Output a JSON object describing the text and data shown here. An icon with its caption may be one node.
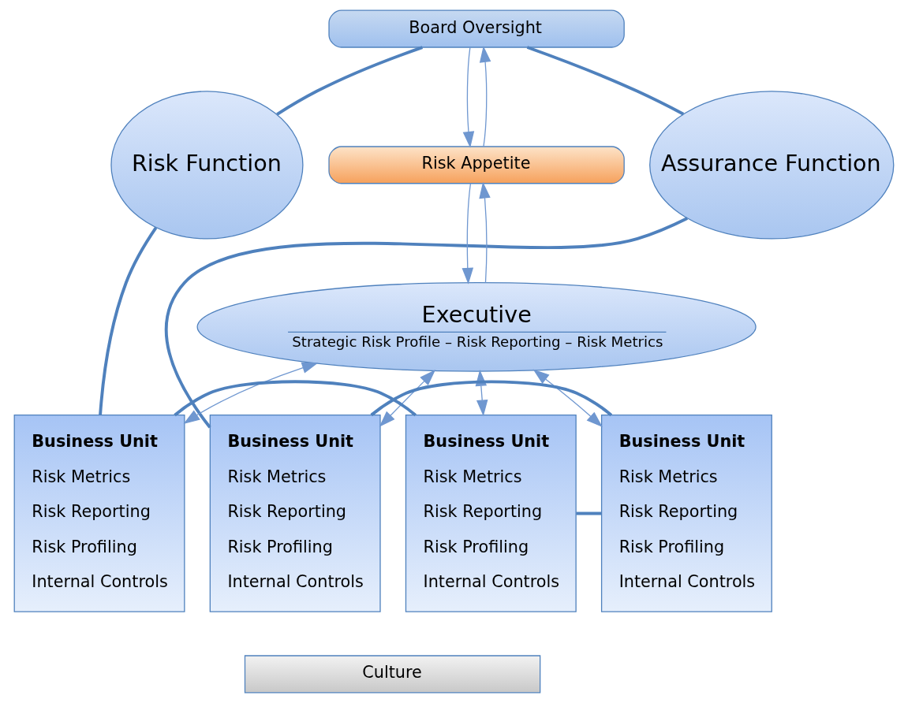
{
  "diagram": {
    "nodes": [
      {
        "text": [
          "Board Oversight"
        ]
      },
      {
        "text": [
          "Risk Function"
        ]
      },
      {
        "text": [
          "Assurance Function"
        ]
      },
      {
        "text": [
          "Risk Appetite"
        ]
      },
      {
        "text": [
          "Executive",
          "Strategic Risk Profile – Risk Reporting – Risk Metrics"
        ]
      },
      {
        "text": [
          "Business Unit",
          "Risk Metrics",
          "Risk Reporting",
          "Risk Profiling",
          "Internal Controls"
        ]
      },
      {
        "text": [
          "Business Unit",
          "Risk Metrics",
          "Risk Reporting",
          "Risk Profiling",
          "Internal Controls"
        ]
      },
      {
        "text": [
          "Business Unit",
          "Risk Metrics",
          "Risk Reporting",
          "Risk Profiling",
          "Internal Controls"
        ]
      },
      {
        "text": [
          "Business Unit",
          "Risk Metrics",
          "Risk Reporting",
          "Risk Profiling",
          "Internal Controls"
        ]
      },
      {
        "text": [
          "Culture"
        ]
      }
    ],
    "edges": [
      {
        "from": 3,
        "to": 0,
        "arrow": "to"
      },
      {
        "from": 0,
        "to": 3,
        "arrow": "to"
      },
      {
        "from": 4,
        "to": 3,
        "arrow": "to"
      },
      {
        "from": 3,
        "to": 4,
        "arrow": "to"
      },
      {
        "from": 4,
        "to": 5,
        "arrow": "both"
      },
      {
        "from": 4,
        "to": 6,
        "arrow": "both"
      },
      {
        "from": 4,
        "to": 7,
        "arrow": "both"
      },
      {
        "from": 4,
        "to": 8,
        "arrow": "both"
      },
      {
        "from": 0,
        "to": 1,
        "arrow": "none",
        "style": "thick",
        "color": "#4f81bd"
      },
      {
        "from": 0,
        "to": 2,
        "arrow": "none",
        "style": "thick",
        "color": "#4f81bd"
      },
      {
        "from": 1,
        "to": 5,
        "arrow": "none",
        "style": "thick",
        "color": "#4f81bd"
      },
      {
        "from": 2,
        "to": 8,
        "arrow": "none",
        "style": "thick",
        "color": "#4f81bd"
      },
      {
        "from": 5,
        "to": 6,
        "arrow": "none",
        "style": "thick",
        "color": "#4f81bd"
      },
      {
        "from": 6,
        "to": 7,
        "arrow": "none",
        "style": "thick",
        "color": "#4f81bd"
      },
      {
        "from": 7,
        "to": 8,
        "arrow": "none",
        "style": "thick",
        "color": "#4f81bd"
      }
    ]
  }
}
